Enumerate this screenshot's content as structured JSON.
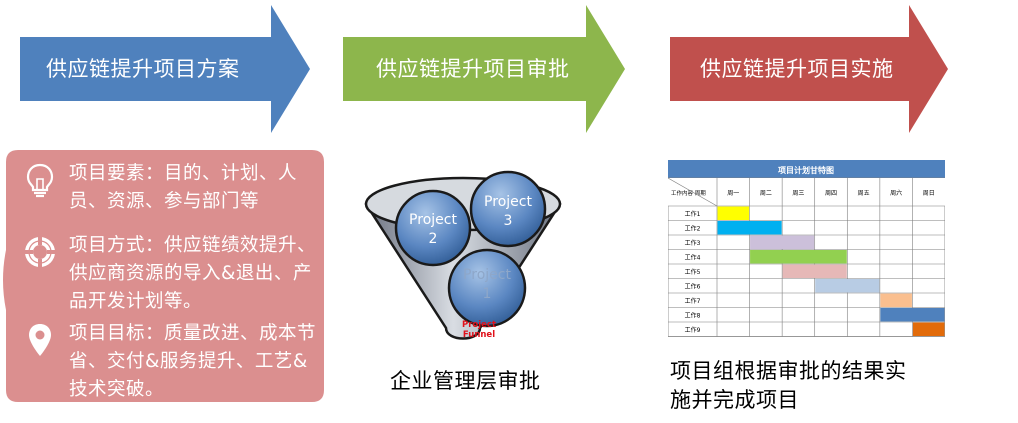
{
  "arrows": [
    {
      "label": "供应链提升项目方案",
      "color": "#4f81bd"
    },
    {
      "label": "供应链提升项目审批",
      "color": "#8db64c"
    },
    {
      "label": "供应链提升项目实施",
      "color": "#c0504d"
    }
  ],
  "left_panel": {
    "color": "#db8f8f",
    "items": [
      {
        "icon": "lightbulb-icon",
        "text": "项目要素：目的、计划、人员、资源、参与部门等"
      },
      {
        "icon": "lifebuoy-icon",
        "text": "项目方式：供应链绩效提升、供应商资源的导入&退出、产品开发计划等。"
      },
      {
        "icon": "location-pin-icon",
        "text": "项目目标：质量改进、成本节省、交付&服务提升、工艺&技术突破。"
      }
    ]
  },
  "funnel": {
    "balls": [
      {
        "title": "Project",
        "num": "2"
      },
      {
        "title": "Project",
        "num": "3"
      },
      {
        "title": "Project",
        "num": "1"
      }
    ],
    "label_line1": "Project",
    "label_line2": "Funnel"
  },
  "captions": {
    "middle": "企业管理层审批",
    "right_line1": "项目组根据审批的结果实",
    "right_line2": "施并完成项目"
  },
  "gantt": {
    "title": "项目计划甘特图",
    "corner": "工作内容  周期",
    "columns": [
      "周一",
      "周二",
      "周三",
      "周四",
      "周五",
      "周六",
      "周日"
    ],
    "rows": [
      {
        "label": "工作1",
        "start": 0,
        "span": 1,
        "color": "#ffff00"
      },
      {
        "label": "工作2",
        "start": 0,
        "span": 2,
        "color": "#00b0f0"
      },
      {
        "label": "工作3",
        "start": 1,
        "span": 2,
        "color": "#ccc0da"
      },
      {
        "label": "工作4",
        "start": 1,
        "span": 3,
        "color": "#92d050"
      },
      {
        "label": "工作5",
        "start": 2,
        "span": 2,
        "color": "#e6b8b7"
      },
      {
        "label": "工作6",
        "start": 3,
        "span": 2,
        "color": "#b8cce4"
      },
      {
        "label": "工作7",
        "start": 5,
        "span": 1,
        "color": "#fabf8f"
      },
      {
        "label": "工作8",
        "start": 5,
        "span": 2,
        "color": "#4f81bd"
      },
      {
        "label": "工作9",
        "start": 6,
        "span": 1,
        "color": "#e26b0a"
      }
    ]
  }
}
